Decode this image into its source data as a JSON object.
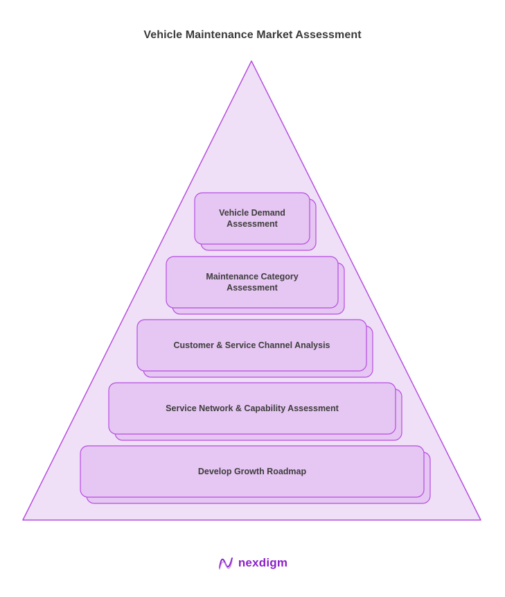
{
  "title": "Vehicle Maintenance Market Assessment",
  "layers": [
    {
      "label": "Vehicle Demand Assessment",
      "lines": [
        "Vehicle Demand",
        "Assessment"
      ]
    },
    {
      "label": "Maintenance Category Assessment",
      "lines": [
        "Maintenance Category",
        "Assessment"
      ]
    },
    {
      "label": "Customer & Service Channel Analysis",
      "lines": [
        "Customer & Service Channel Analysis"
      ]
    },
    {
      "label": "Service Network & Capability Assessment",
      "lines": [
        "Service Network & Capability Assessment"
      ]
    },
    {
      "label": "Develop Growth Roadmap",
      "lines": [
        "Develop Growth Roadmap"
      ]
    }
  ],
  "brand": {
    "name": "nexdigm",
    "logo_icon": "nexdigm-logo-icon"
  },
  "colors": {
    "triangle_fill": "#f0e0f7",
    "triangle_stroke": "#b54de0",
    "box_fill": "#e6c6f2",
    "box_stroke": "#b54de0",
    "brand": "#8a22c7"
  }
}
